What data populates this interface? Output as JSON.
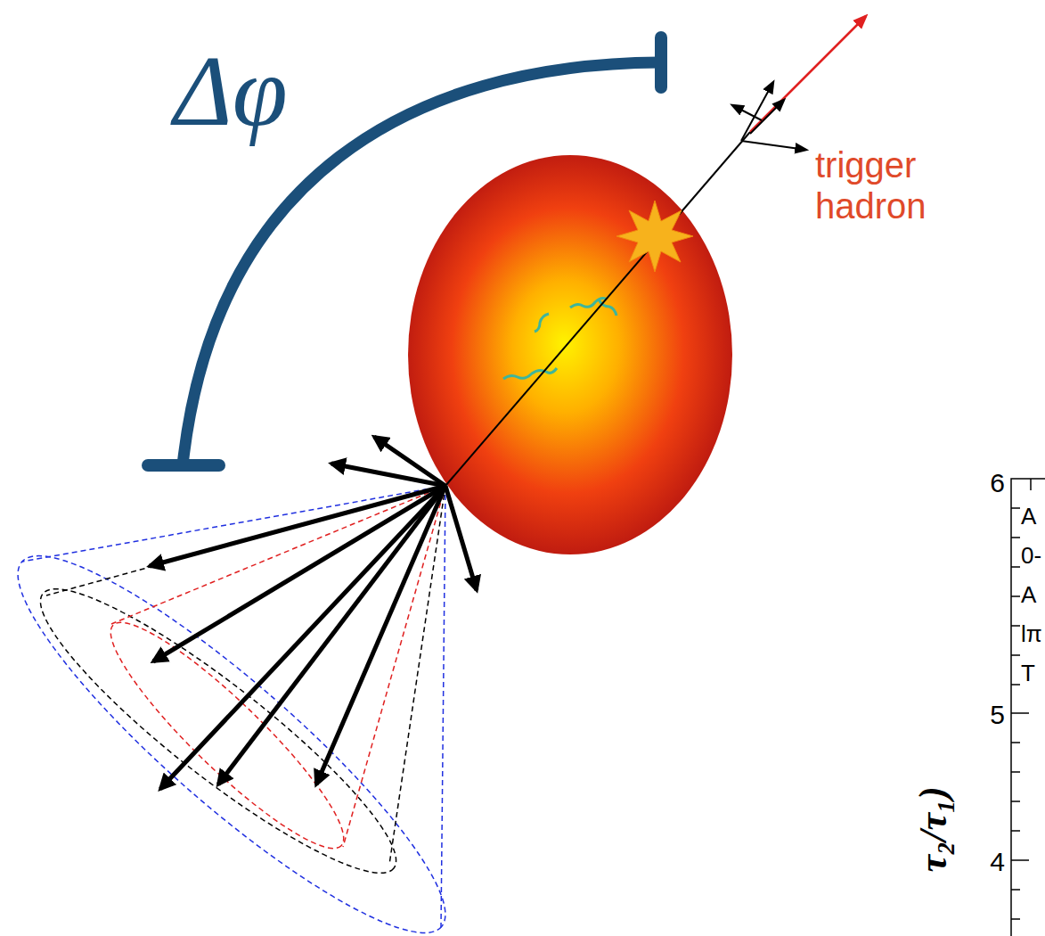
{
  "diagram": {
    "labels": [
      "Δφ",
      "trigger hadron",
      "6",
      "5",
      "4",
      "τ₂/τ₁)",
      "A",
      "0-",
      "A",
      "lπ",
      "T"
    ]
  }
}
